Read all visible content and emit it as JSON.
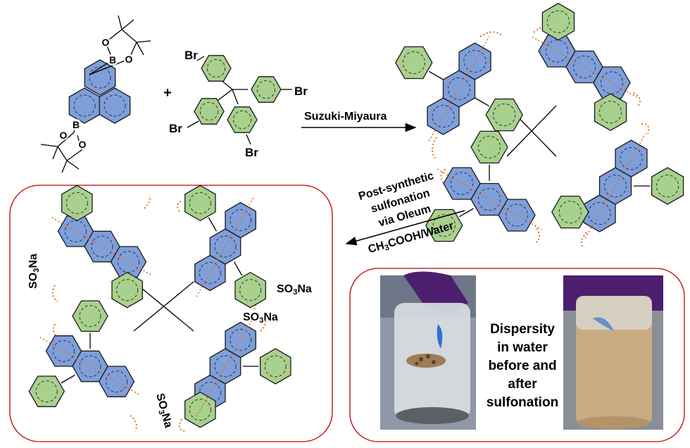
{
  "reactant_labels": {
    "br": "Br",
    "plus": "+",
    "boron": "B",
    "oxygen": "O"
  },
  "reaction_arrow_label": "Suzuki-Miyaura",
  "sulfonation_text": {
    "line1": "Post-synthetic",
    "line2": "sulfonation",
    "line3": "via Oleum",
    "line4": "CH3COOH/Water"
  },
  "sulfonate_label": "SO3Na",
  "photo_caption": {
    "line1": "Dispersity",
    "line2": "in water",
    "line3": "before and",
    "line4": "after",
    "line5": "sulfonation"
  },
  "colors": {
    "anthracene_fill": "#7f9fdb",
    "phenyl_fill": "#a9d18e",
    "panel_border": "#c00000",
    "polymer_chain": "#e07020",
    "glove": "#4b1f6e",
    "dispersion_before": "#d9dde2",
    "dispersion_after": "#c9ab83"
  },
  "icons": [
    "hexagon-ring",
    "arrow-right",
    "arrow-left",
    "vial-photo"
  ]
}
